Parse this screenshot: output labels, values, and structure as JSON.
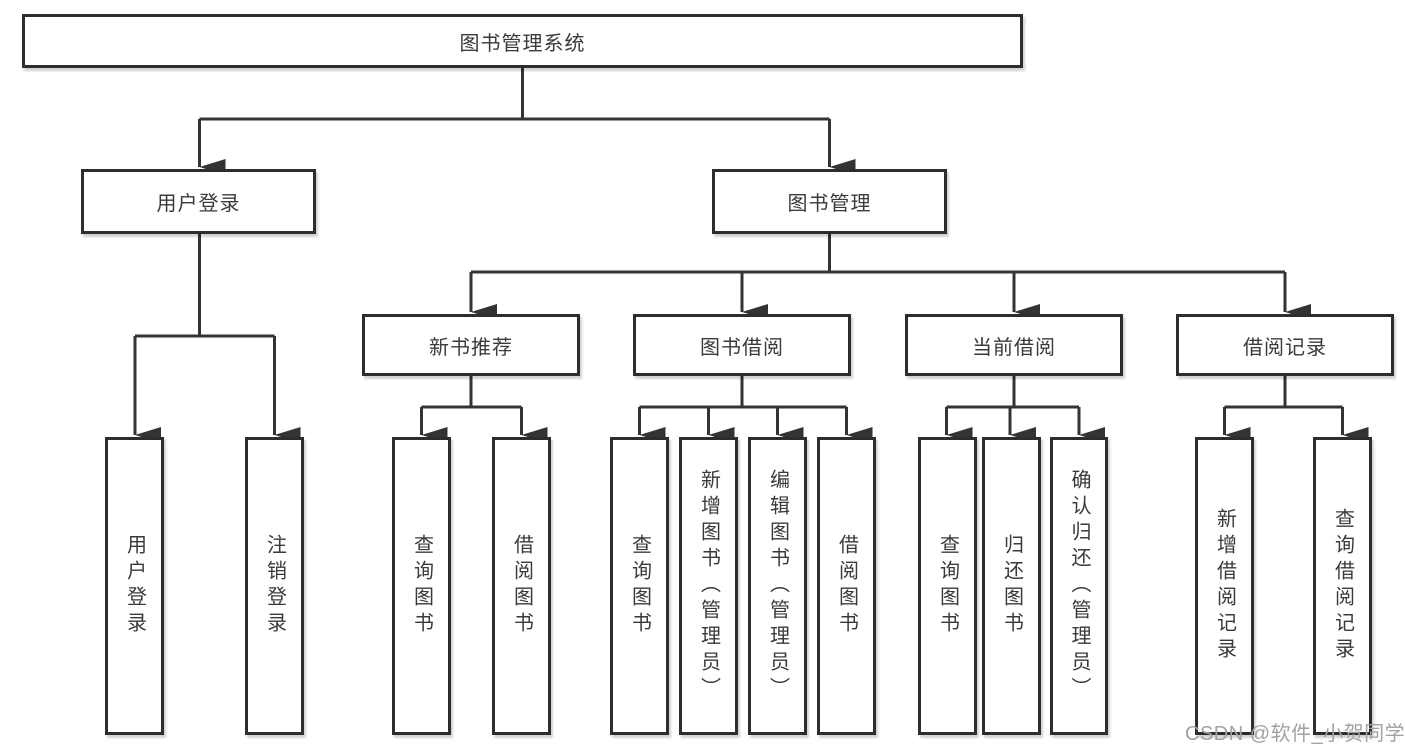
{
  "colors": {
    "background": "#ffffff",
    "line": "#333333",
    "box_border": "#2d2d2d",
    "box_fill": "#ffffff",
    "text": "#3a3a3a",
    "watermark": "#a2a2a6"
  },
  "tree": {
    "label": "图书管理系统",
    "children": [
      {
        "label": "用户登录",
        "children": [
          {
            "label": "用户登录"
          },
          {
            "label": "注销登录"
          }
        ]
      },
      {
        "label": "图书管理",
        "children": [
          {
            "label": "新书推荐",
            "children": [
              {
                "label": "查询图书"
              },
              {
                "label": "借阅图书"
              }
            ]
          },
          {
            "label": "图书借阅",
            "children": [
              {
                "label": "查询图书"
              },
              {
                "label": "新增图书（管理员）"
              },
              {
                "label": "编辑图书（管理员）"
              },
              {
                "label": "借阅图书"
              }
            ]
          },
          {
            "label": "当前借阅",
            "children": [
              {
                "label": "查询图书"
              },
              {
                "label": "归还图书"
              },
              {
                "label": "确认归还（管理员）"
              }
            ]
          },
          {
            "label": "借阅记录",
            "children": [
              {
                "label": "新增借阅记录"
              },
              {
                "label": "查询借阅记录"
              }
            ]
          }
        ]
      }
    ]
  },
  "watermark": {
    "text": "CSDN @软件_小贺同学"
  }
}
